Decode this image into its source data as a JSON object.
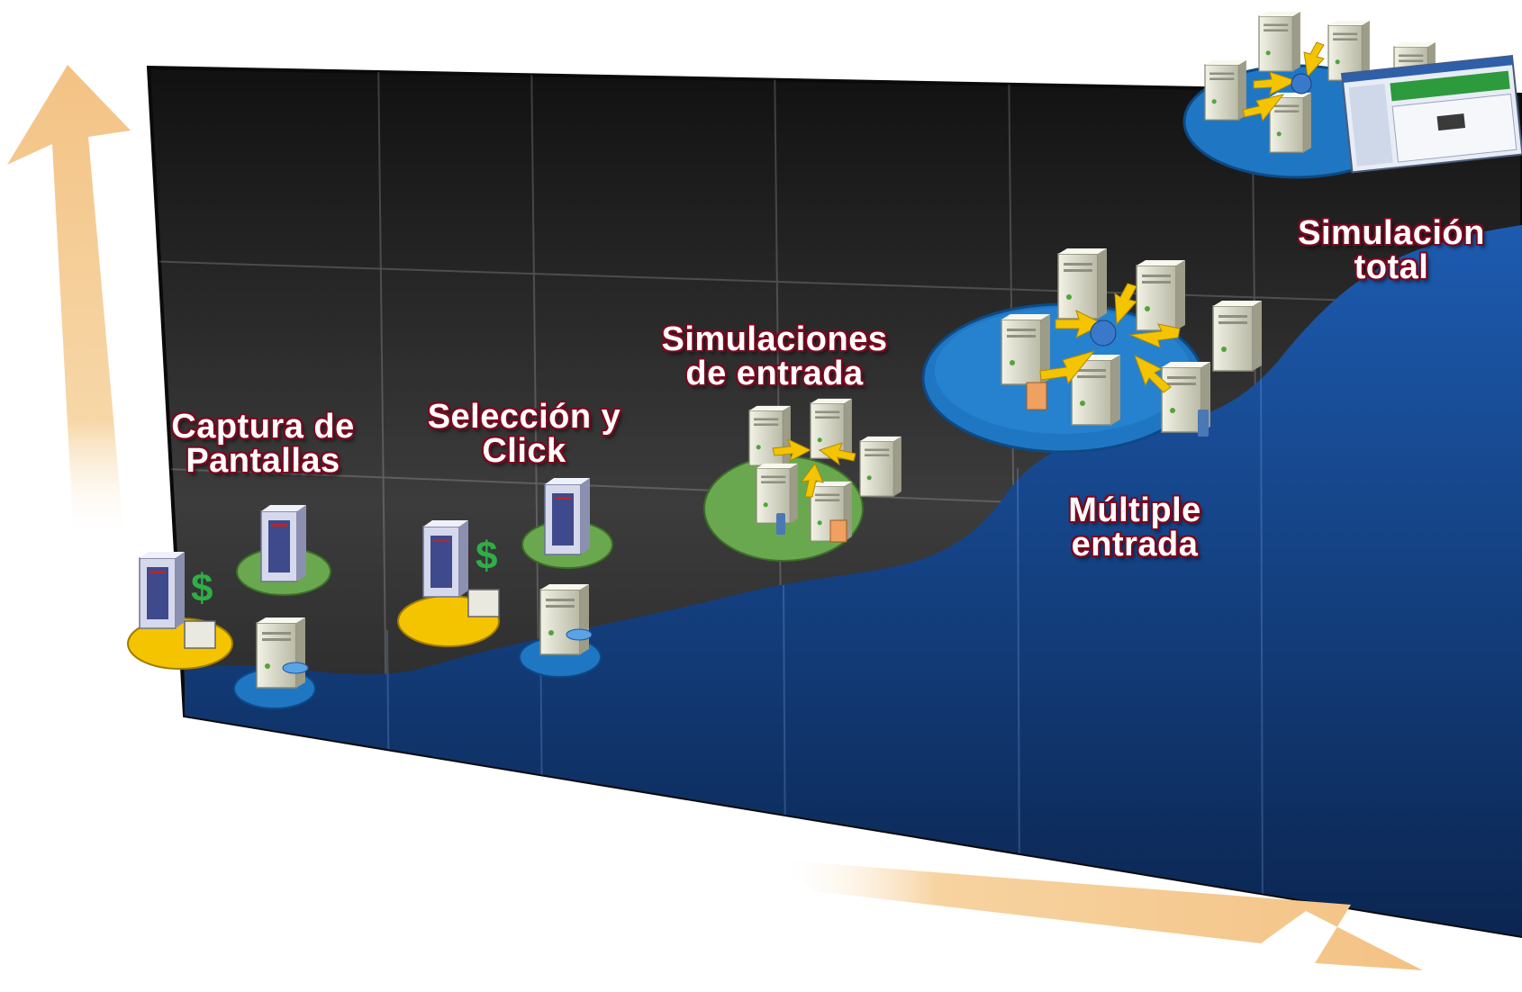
{
  "stages": [
    {
      "id": "captura",
      "line1": "Captura de",
      "line2": "Pantallas"
    },
    {
      "id": "seleccion",
      "line1": "Selección y",
      "line2": "Click"
    },
    {
      "id": "simulaciones",
      "line1": "Simulaciones",
      "line2": "de entrada"
    },
    {
      "id": "multiple",
      "line1": "Múltiple",
      "line2": "entrada"
    },
    {
      "id": "total",
      "line1": "Simulación",
      "line2": "total"
    }
  ],
  "colors": {
    "label_outline": "#7a0a20",
    "arrow": "#f7c98a",
    "panel_dark": "#1a1a1a",
    "curve_fill": "#123d7a",
    "platform_yellow": "#f5c400",
    "platform_green": "#6aa84f",
    "platform_blue": "#1f77c4",
    "flow_arrow": "#f5c400"
  },
  "icons": [
    "server-icon",
    "mainframe-icon",
    "database-icon",
    "dollar-icon",
    "mobile-phone-icon",
    "document-icon",
    "globe-icon",
    "app-window-icon"
  ]
}
